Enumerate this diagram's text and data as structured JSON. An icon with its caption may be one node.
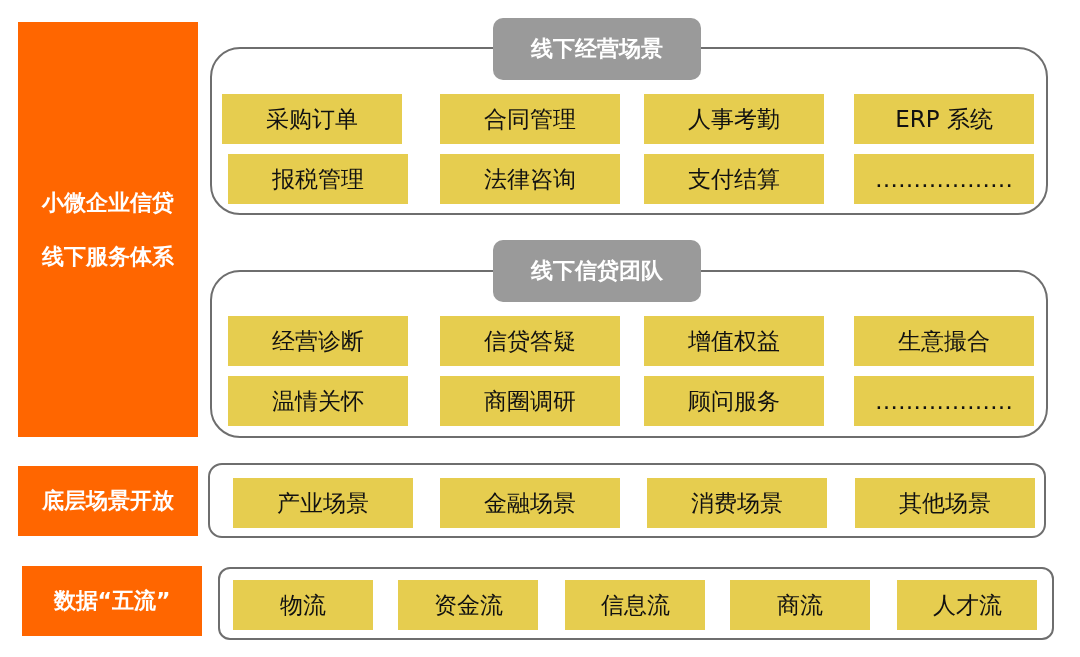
{
  "diagram": {
    "nodes": [
      {
        "text": [
          "小微企业信贷线下服务体系"
        ]
      },
      {
        "text": [
          "线下经营场景"
        ]
      },
      {
        "text": [
          "采购订单"
        ],
        "in": 1
      },
      {
        "text": [
          "合同管理"
        ],
        "in": 1
      },
      {
        "text": [
          "人事考勤"
        ],
        "in": 1
      },
      {
        "text": [
          "ERP 系统"
        ],
        "in": 1
      },
      {
        "text": [
          "报税管理"
        ],
        "in": 1
      },
      {
        "text": [
          "法律咨询"
        ],
        "in": 1
      },
      {
        "text": [
          "支付结算"
        ],
        "in": 1
      },
      {
        "text": [
          "………………"
        ],
        "in": 1
      },
      {
        "text": [
          "线下信贷团队"
        ]
      },
      {
        "text": [
          "经营诊断"
        ],
        "in": 10
      },
      {
        "text": [
          "信贷答疑"
        ],
        "in": 10
      },
      {
        "text": [
          "增值权益"
        ],
        "in": 10
      },
      {
        "text": [
          "生意撮合"
        ],
        "in": 10
      },
      {
        "text": [
          "温情关怀"
        ],
        "in": 10
      },
      {
        "text": [
          "商圈调研"
        ],
        "in": 10
      },
      {
        "text": [
          "顾问服务"
        ],
        "in": 10
      },
      {
        "text": [
          "………………"
        ],
        "in": 10
      },
      {
        "text": [
          "底层场景开放"
        ]
      },
      {
        "text": [],
        "shape": "box"
      },
      {
        "text": [
          "产业场景"
        ],
        "in": 20
      },
      {
        "text": [
          "金融场景"
        ],
        "in": 20
      },
      {
        "text": [
          "消费场景"
        ],
        "in": 20
      },
      {
        "text": [
          "其他场景"
        ],
        "in": 20
      },
      {
        "text": [
          "数据“五流”"
        ]
      },
      {
        "text": [],
        "shape": "box"
      },
      {
        "text": [
          "物流"
        ],
        "in": 26
      },
      {
        "text": [
          "资金流"
        ],
        "in": 26
      },
      {
        "text": [
          "信息流"
        ],
        "in": 26
      },
      {
        "text": [
          "商流"
        ],
        "in": 26
      },
      {
        "text": [
          "人才流"
        ],
        "in": 26
      }
    ]
  }
}
